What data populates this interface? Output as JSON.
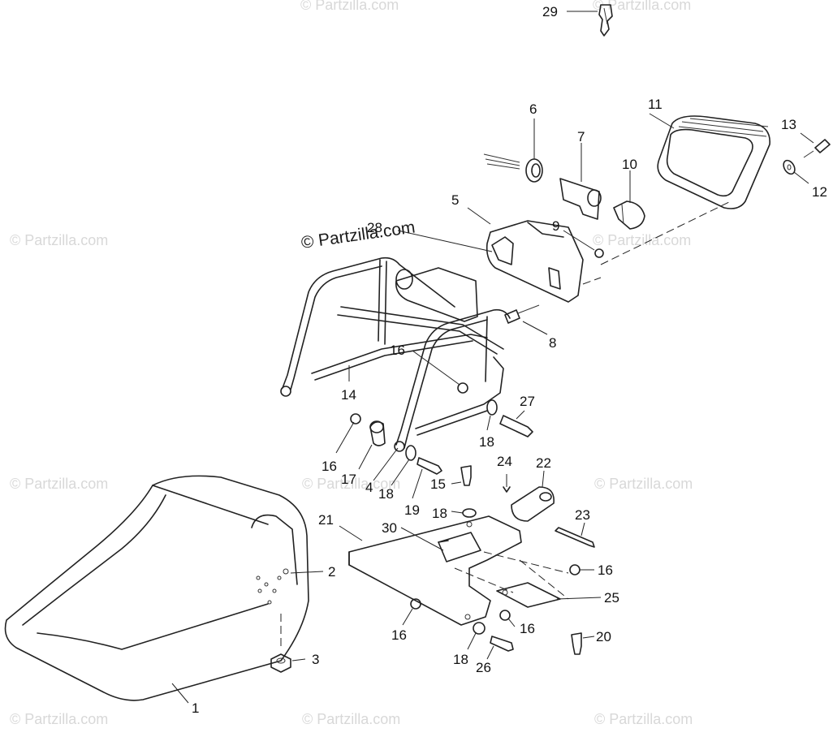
{
  "watermark_main": "© Partzilla.com",
  "watermark_faint": "© Partzilla.com",
  "callouts": [
    {
      "id": "c1",
      "text": "1"
    },
    {
      "id": "c2",
      "text": "2"
    },
    {
      "id": "c3",
      "text": "3"
    },
    {
      "id": "c4",
      "text": "4"
    },
    {
      "id": "c5",
      "text": "5"
    },
    {
      "id": "c6",
      "text": "6"
    },
    {
      "id": "c7",
      "text": "7"
    },
    {
      "id": "c8",
      "text": "8"
    },
    {
      "id": "c9",
      "text": "9"
    },
    {
      "id": "c10",
      "text": "10"
    },
    {
      "id": "c11",
      "text": "11"
    },
    {
      "id": "c12",
      "text": "12"
    },
    {
      "id": "c13",
      "text": "13"
    },
    {
      "id": "c14",
      "text": "14"
    },
    {
      "id": "c15",
      "text": "15"
    },
    {
      "id": "c16a",
      "text": "16"
    },
    {
      "id": "c16b",
      "text": "16"
    },
    {
      "id": "c16c",
      "text": "16"
    },
    {
      "id": "c16d",
      "text": "16"
    },
    {
      "id": "c16e",
      "text": "16"
    },
    {
      "id": "c17",
      "text": "17"
    },
    {
      "id": "c18a",
      "text": "18"
    },
    {
      "id": "c18b",
      "text": "18"
    },
    {
      "id": "c18c",
      "text": "18"
    },
    {
      "id": "c18d",
      "text": "18"
    },
    {
      "id": "c19",
      "text": "19"
    },
    {
      "id": "c20",
      "text": "20"
    },
    {
      "id": "c21",
      "text": "21"
    },
    {
      "id": "c22",
      "text": "22"
    },
    {
      "id": "c23",
      "text": "23"
    },
    {
      "id": "c24",
      "text": "24"
    },
    {
      "id": "c25",
      "text": "25"
    },
    {
      "id": "c26",
      "text": "26"
    },
    {
      "id": "c27",
      "text": "27"
    },
    {
      "id": "c28",
      "text": "28"
    },
    {
      "id": "c29",
      "text": "29"
    },
    {
      "id": "c30",
      "text": "30"
    }
  ]
}
